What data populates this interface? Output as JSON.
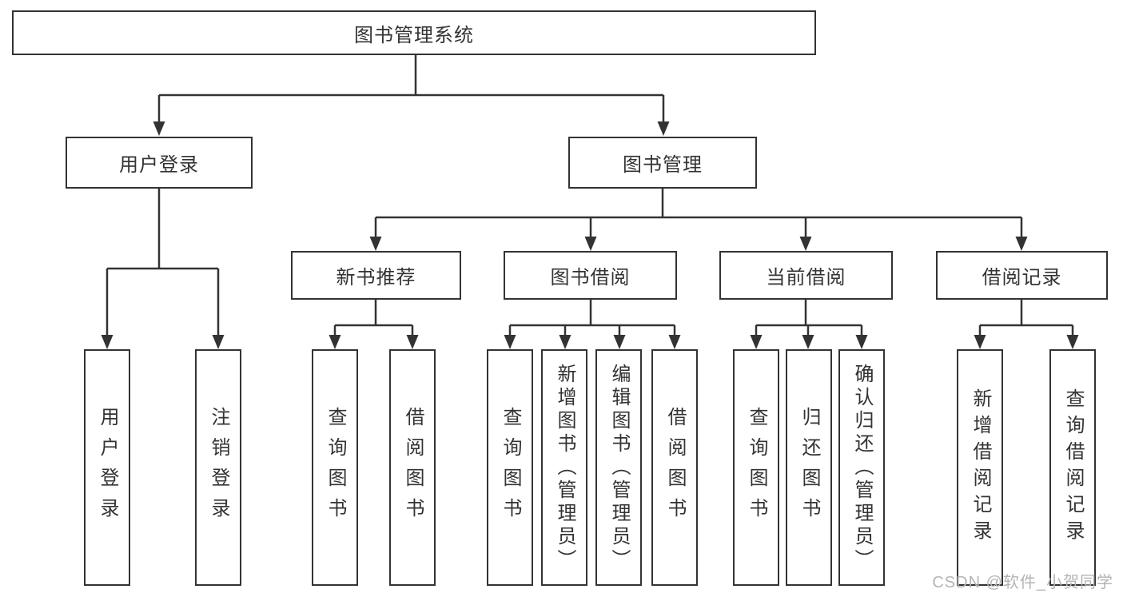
{
  "colors": {
    "line": "#333333",
    "border": "#333333",
    "text": "#333333",
    "background": "#ffffff",
    "watermark": "#b3b4b6"
  },
  "watermark": {
    "text": "CSDN @软件_小贺同学"
  },
  "tree": {
    "root": {
      "label": "图书管理系统"
    },
    "children": [
      {
        "label": "用户登录",
        "children": [
          {
            "label": "用户登录"
          },
          {
            "label": "注销登录"
          }
        ]
      },
      {
        "label": "图书管理",
        "children": [
          {
            "label": "新书推荐",
            "children": [
              {
                "label": "查询图书"
              },
              {
                "label": "借阅图书"
              }
            ]
          },
          {
            "label": "图书借阅",
            "children": [
              {
                "label": "查询图书"
              },
              {
                "label": "新增图书（管理员）"
              },
              {
                "label": "编辑图书（管理员）"
              },
              {
                "label": "借阅图书"
              }
            ]
          },
          {
            "label": "当前借阅",
            "children": [
              {
                "label": "查询图书"
              },
              {
                "label": "归还图书"
              },
              {
                "label": "确认归还（管理员）"
              }
            ]
          },
          {
            "label": "借阅记录",
            "children": [
              {
                "label": "新增借阅记录"
              },
              {
                "label": "查询借阅记录"
              }
            ]
          }
        ]
      }
    ]
  }
}
